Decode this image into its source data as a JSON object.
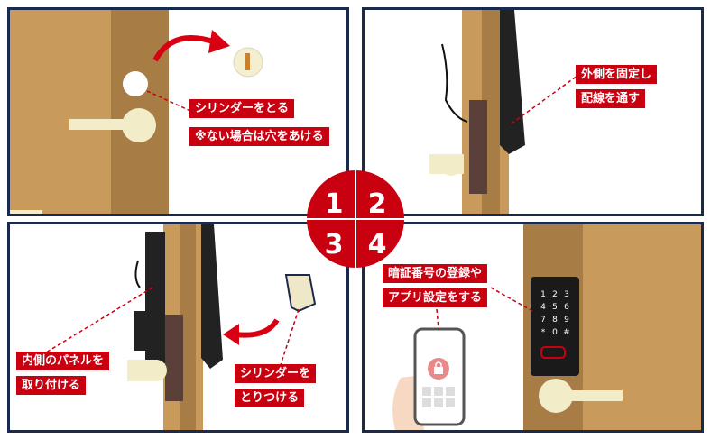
{
  "steps": [
    {
      "number": "1",
      "labels": [
        "シリンダーをとる",
        "※ない場合は穴をあける"
      ]
    },
    {
      "number": "2",
      "labels": [
        "外側を固定し",
        "配線を通す"
      ]
    },
    {
      "number": "3",
      "labels": [
        "内側のパネルを",
        "取り付ける",
        "シリンダーを",
        "とりつける"
      ]
    },
    {
      "number": "4",
      "labels": [
        "暗証番号の登録や",
        "アプリ設定をする"
      ]
    }
  ],
  "keypad_digits": [
    "1",
    "2",
    "3",
    "4",
    "5",
    "6",
    "7",
    "8",
    "9",
    "*",
    "0",
    "#"
  ],
  "colors": {
    "accent_red": "#c8000f",
    "door_wood": "#c89a5c",
    "door_edge": "#a87c45",
    "panel_border": "#1b2a4a",
    "handle": "#f3ecc9"
  },
  "icons": [
    "lock-icon",
    "hand-icon",
    "smartphone-icon",
    "arrow-icon"
  ]
}
